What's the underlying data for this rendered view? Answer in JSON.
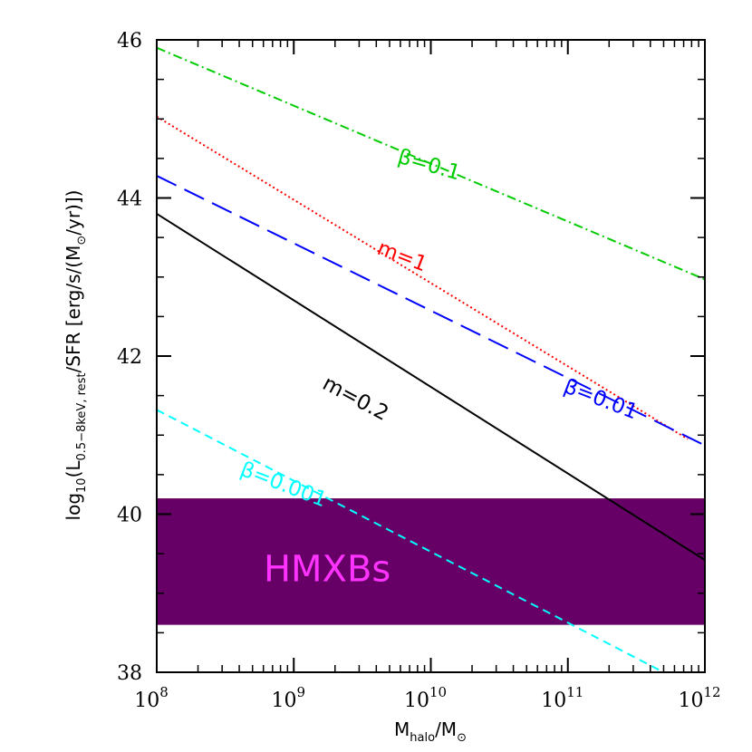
{
  "chart_data": {
    "type": "line",
    "title": "",
    "xlabel": {
      "main": "M",
      "sub": "halo",
      "rest": "/M",
      "sub2": "⊙"
    },
    "ylabel": {
      "main": "log",
      "sub": "10",
      "open": "(L",
      "sub2": "0.5−8keV, rest",
      "mid": "/SFR [erg/s/(M",
      "sub3": "⊙",
      "end": "/yr)])"
    },
    "xscale": "log",
    "xlim": [
      100000000.0,
      1000000000000.0
    ],
    "ylim": [
      38,
      46
    ],
    "x_ticks": [
      {
        "value": 100000000.0,
        "base": "10",
        "exp": "8"
      },
      {
        "value": 1000000000.0,
        "base": "10",
        "exp": "9"
      },
      {
        "value": 10000000000.0,
        "base": "10",
        "exp": "10"
      },
      {
        "value": 100000000000.0,
        "base": "10",
        "exp": "11"
      },
      {
        "value": 1000000000000.0,
        "base": "10",
        "exp": "12"
      }
    ],
    "y_ticks": [
      "38",
      "40",
      "42",
      "44",
      "46"
    ],
    "band": {
      "label": "HMXBs",
      "y_range": [
        38.6,
        40.2
      ],
      "color": "#660066",
      "label_color": "#ff33ff"
    },
    "series": [
      {
        "name": "β=0.1",
        "color": "#00cc00",
        "style": "dashdot",
        "x": [
          100000000.0,
          1000000000000.0
        ],
        "y": [
          45.9,
          42.97
        ]
      },
      {
        "name": "m=1",
        "color": "#ff0000",
        "style": "dotted",
        "x": [
          100000000.0,
          750000000000.0
        ],
        "y": [
          45.03,
          40.95
        ]
      },
      {
        "name": "β=0.01",
        "color": "#0000ff",
        "style": "longdash",
        "x": [
          100000000.0,
          1000000000000.0
        ],
        "y": [
          44.28,
          40.87
        ]
      },
      {
        "name": "m=0.2",
        "color": "#000000",
        "style": "solid",
        "x": [
          100000000.0,
          1000000000000.0
        ],
        "y": [
          43.8,
          39.42
        ]
      },
      {
        "name": "β=0.001",
        "color": "#00ffff",
        "style": "shortdash",
        "x": [
          100000000.0,
          500000000000.0
        ],
        "y": [
          41.32,
          38.0
        ]
      }
    ],
    "grid": false,
    "legend": "none"
  }
}
